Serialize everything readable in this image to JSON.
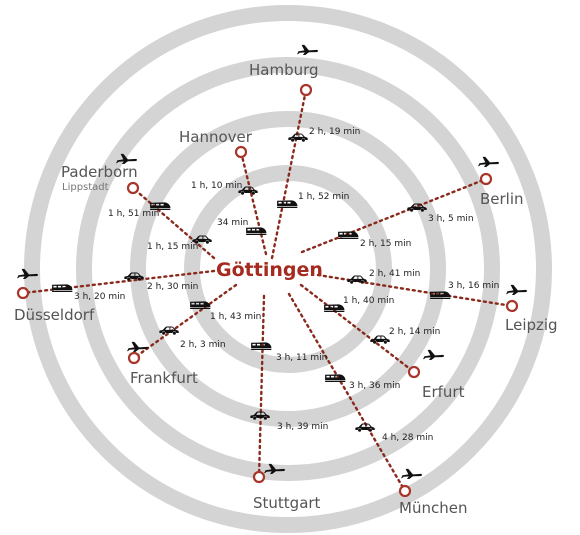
{
  "hub": {
    "name": "Göttingen"
  },
  "cities": {
    "hamburg": {
      "name": "Hamburg"
    },
    "hannover": {
      "name": "Hannover"
    },
    "paderborn": {
      "name": "Paderborn",
      "sub": "Lippstadt"
    },
    "berlin": {
      "name": "Berlin"
    },
    "duesseldorf": {
      "name": "Düsseldorf"
    },
    "leipzig": {
      "name": "Leipzig"
    },
    "frankfurt": {
      "name": "Frankfurt"
    },
    "erfurt": {
      "name": "Erfurt"
    },
    "stuttgart": {
      "name": "Stuttgart"
    },
    "muenchen": {
      "name": "München"
    }
  },
  "times": {
    "hamburg_car": "2 h, 19 min",
    "hamburg_train": "1 h, 52 min",
    "hannover_car": "1 h, 10 min",
    "hannover_train": "34 min",
    "paderborn_train": "1 h, 51 min",
    "paderborn_car": "1 h, 15 min",
    "berlin_car": "3 h, 5 min",
    "berlin_train": "2 h, 15 min",
    "duesseldorf_train": "3 h, 20 min",
    "duesseldorf_car": "2 h, 30 min",
    "leipzig_car": "2 h, 41 min",
    "leipzig_train": "3 h, 16 min",
    "frankfurt_train": "1 h, 43 min",
    "frankfurt_car": "2 h, 3 min",
    "erfurt_train": "1 h, 40 min",
    "erfurt_car": "2 h, 14 min",
    "stuttgart_train": "3 h, 11 min",
    "stuttgart_car": "3 h, 39 min",
    "muenchen_train": "3 h, 36 min",
    "muenchen_car": "4 h, 28 min"
  },
  "colors": {
    "route": "#8a2a1c",
    "ring": "#d4d4d4",
    "hub": "#a52a1f"
  },
  "icons": [
    "plane-icon",
    "car-icon",
    "train-icon"
  ]
}
